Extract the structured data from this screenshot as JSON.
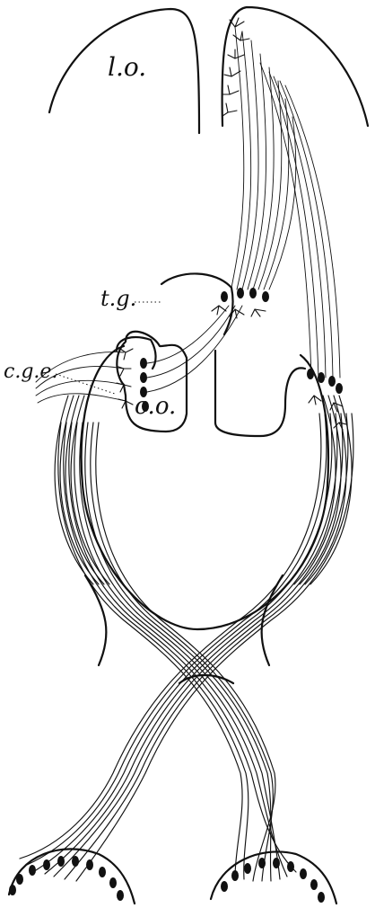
{
  "labels": {
    "lobus_opticus": "l.o.",
    "tectum_geniculatum": "t.g.",
    "corpus_geniculatum_externum": "c.g.e.",
    "chiasma_opticum": "c.o."
  },
  "colors": {
    "ink": "#111111",
    "paper": "#ffffff"
  }
}
